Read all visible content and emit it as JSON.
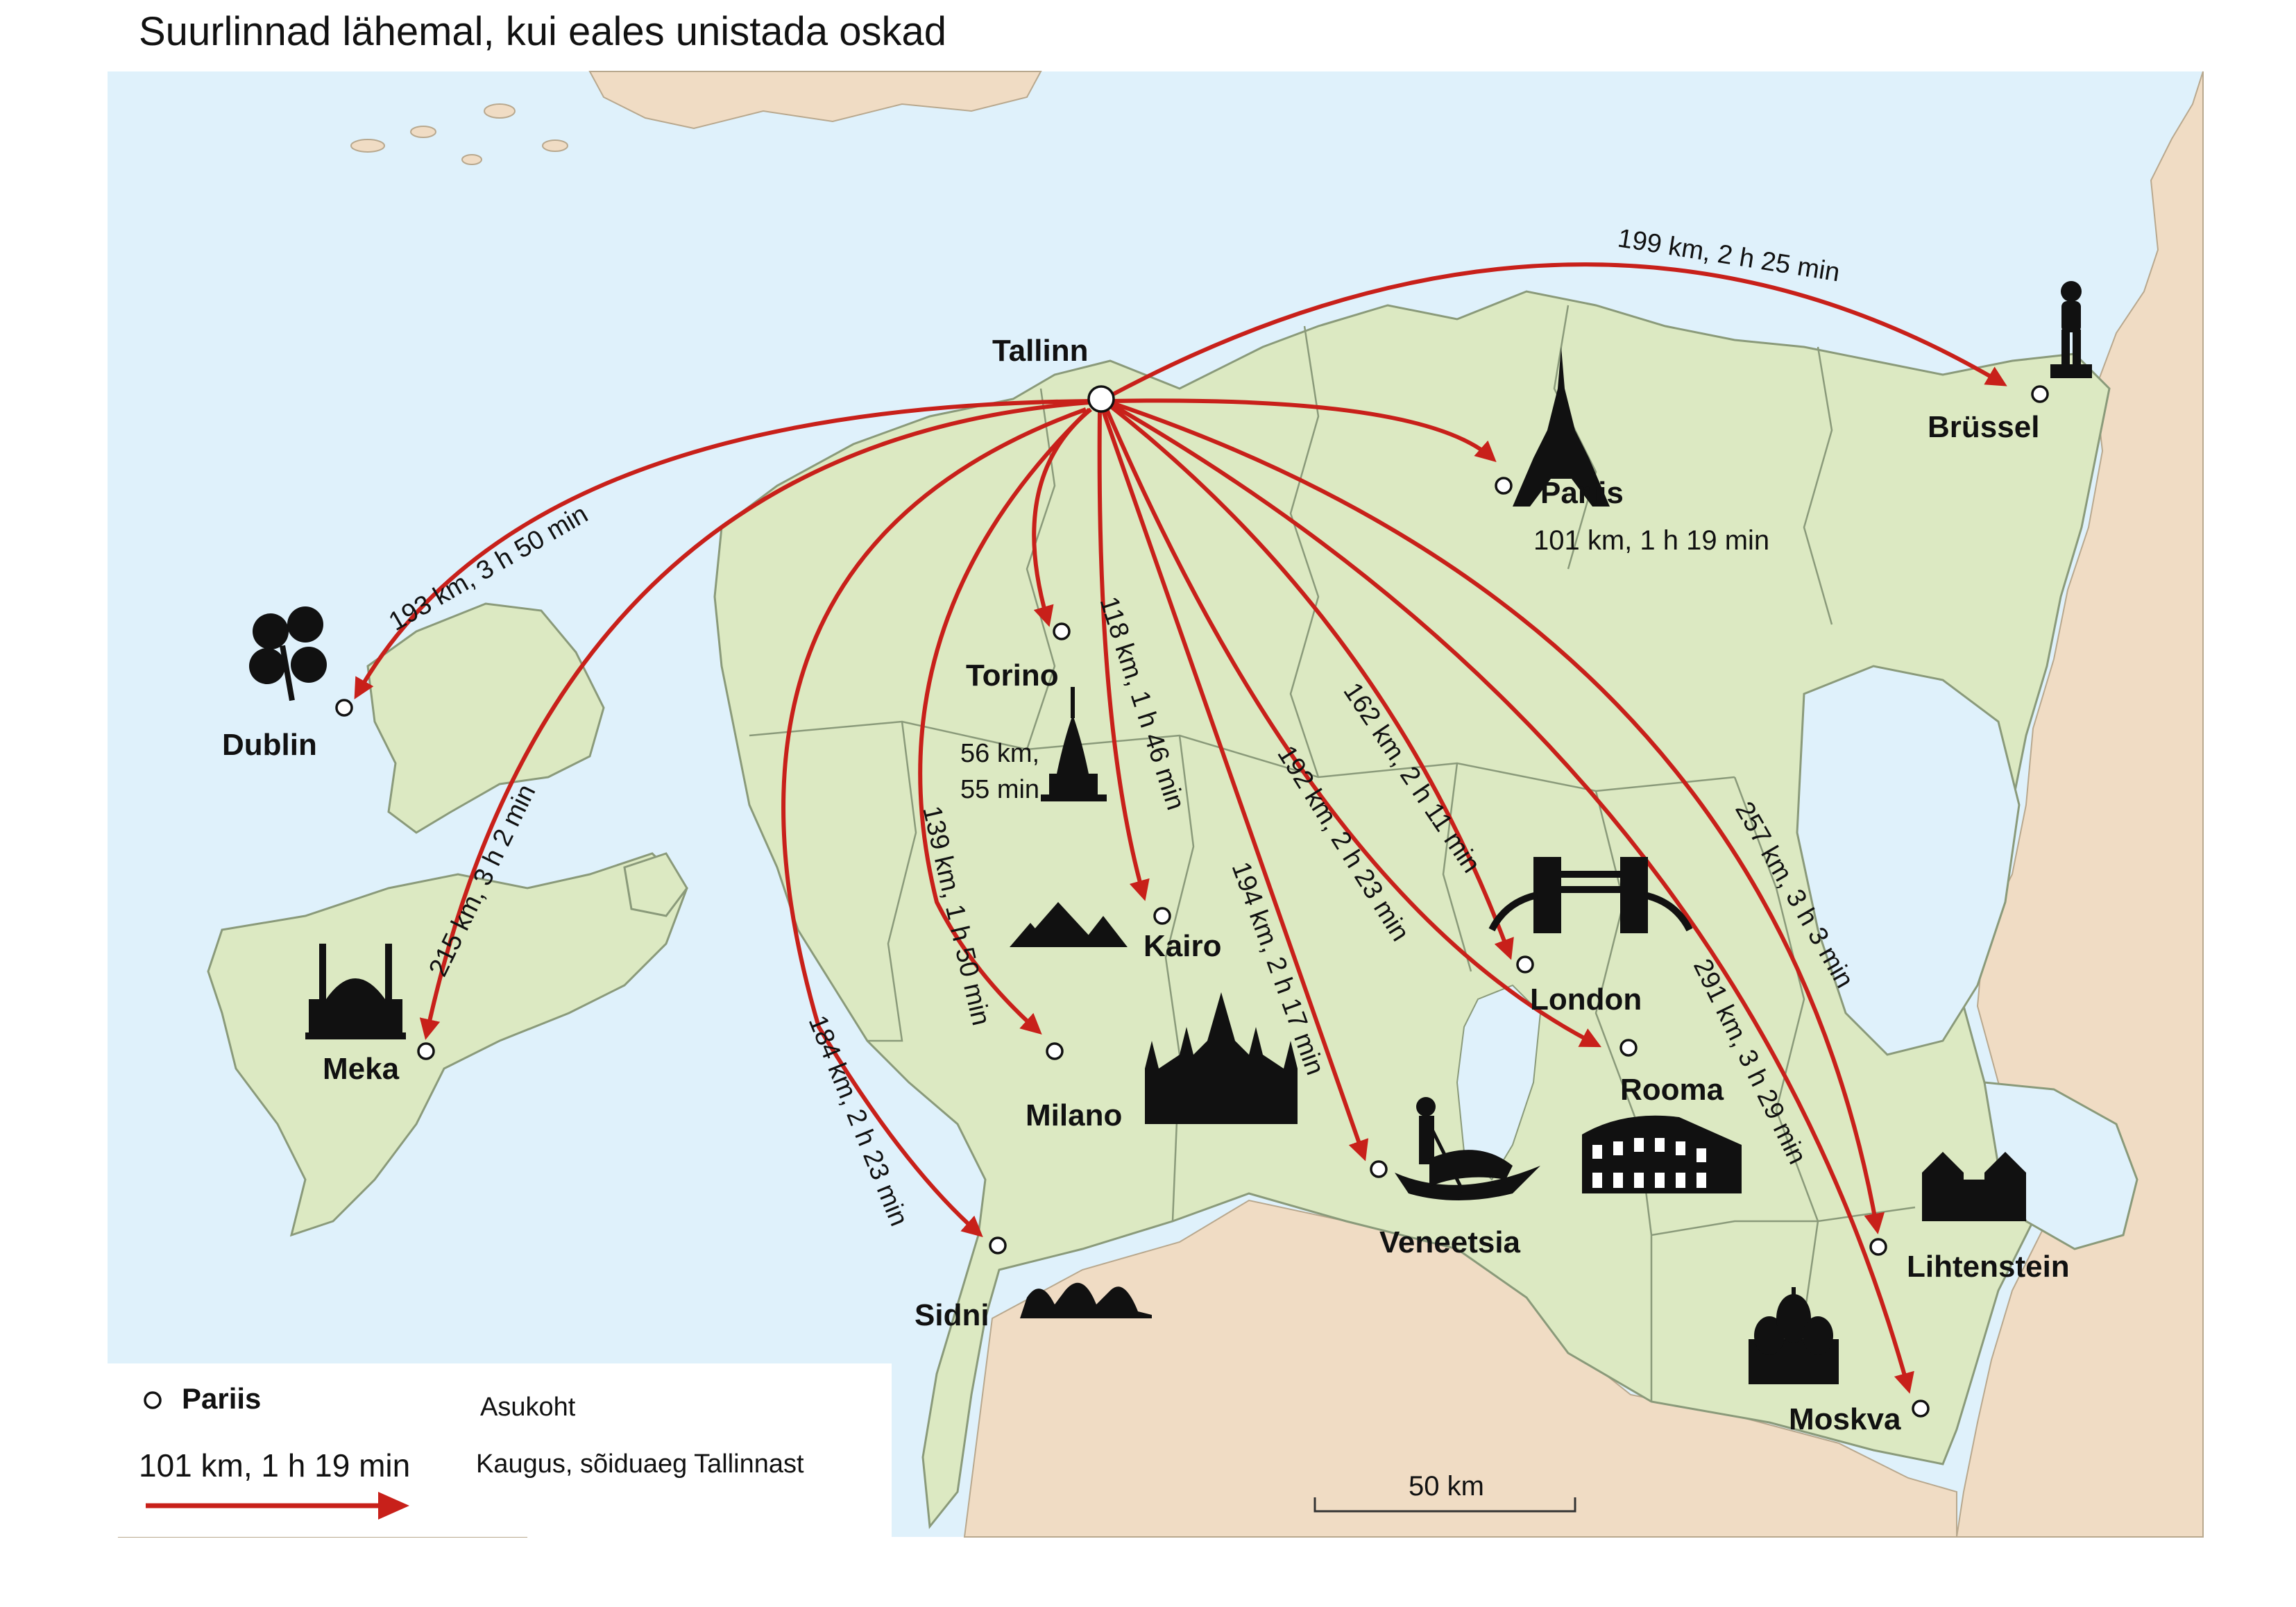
{
  "title": "Suurlinnad lähemal, kui eales unistada oskad",
  "colors": {
    "sea": "#dff1fb",
    "land_estonia": "#dce9c2",
    "land_foreign": "#f0dcc4",
    "route": "#c8201a",
    "border": "#8a9a7a"
  },
  "origin": {
    "name": "Tallinn"
  },
  "cities": {
    "brussel": "Brüssel",
    "pariis": "Pariis",
    "dublin": "Dublin",
    "torino": "Torino",
    "kairo": "Kairo",
    "meka": "Meka",
    "london": "London",
    "rooma": "Rooma",
    "milano": "Milano",
    "veneetsia": "Veneetsia",
    "lihtenstein": "Lihtenstein",
    "sidni": "Sidni",
    "moskva": "Moskva"
  },
  "routes": {
    "brussel": "199 km, 2 h 25 min",
    "pariis": "101 km, 1 h 19 min",
    "dublin": "193 km, 3 h 50 min",
    "torino_1": "56 km,",
    "torino_2": "55 min",
    "kairo": "118 km, 1 h 46 min",
    "meka": "215 km, 3 h 2 min",
    "milano": "139 km, 1 h 50 min",
    "sidni": "184 km, 2 h 23 min",
    "veneetsia": "194 km, 2 h 17 min",
    "rooma": "192 km, 2 h 23 min",
    "london": "162 km, 2 h 11 min",
    "lihtenstein": "257 km, 3 h 3 min",
    "moskva": "291 km, 3 h 29 min"
  },
  "landmark_icons": {
    "brussel": "manneken-pis-icon",
    "pariis": "eiffel-tower-icon",
    "dublin": "shamrock-icon",
    "torino": "mole-antonelliana-icon",
    "kairo": "pyramids-icon",
    "meka": "mosque-icon",
    "london": "tower-bridge-icon",
    "milano": "milan-cathedral-icon",
    "veneetsia": "gondola-icon",
    "rooma": "colosseum-icon",
    "lihtenstein": "castle-icon",
    "sidni": "opera-house-icon",
    "moskva": "orthodox-church-icon"
  },
  "legend": {
    "sample_city": "Pariis",
    "location_label": "Asukoht",
    "sample_distance": "101 km, 1 h 19 min",
    "distance_label": "Kaugus, sõiduaeg Tallinnast"
  },
  "scale_bar": {
    "label": "50 km"
  }
}
